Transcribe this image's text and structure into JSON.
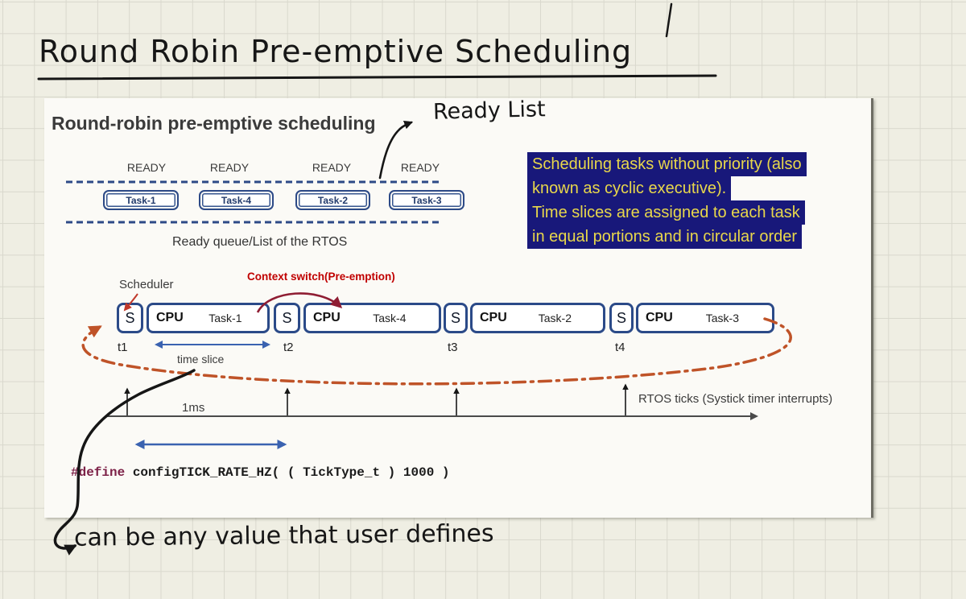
{
  "page": {
    "handwritten_title": "Round Robin Pre-emptive Scheduling",
    "ready_list_annotation": "Ready List",
    "bottom_annotation": "can be any value that user defines"
  },
  "slide": {
    "title": "Round-robin pre-emptive scheduling",
    "ready_labels": [
      "READY",
      "READY",
      "READY",
      "READY"
    ],
    "queue_tasks": [
      "Task-1",
      "Task-4",
      "Task-2",
      "Task-3"
    ],
    "queue_caption": "Ready queue/List of the RTOS",
    "note_lines": [
      "Scheduling tasks without priority (also",
      "known as cyclic executive).",
      "Time slices are assigned to each task",
      "in equal portions and in circular order"
    ],
    "scheduler_label": "Scheduler",
    "context_switch_label": "Context switch(Pre-emption)",
    "slots": [
      {
        "s": "S",
        "cpu": "CPU",
        "task": "Task-1"
      },
      {
        "s": "S",
        "cpu": "CPU",
        "task": "Task-4"
      },
      {
        "s": "S",
        "cpu": "CPU",
        "task": "Task-2"
      },
      {
        "s": "S",
        "cpu": "CPU",
        "task": "Task-3"
      }
    ],
    "t_labels": [
      "t1",
      "t2",
      "t3",
      "t4"
    ],
    "time_slice_label": "time slice",
    "ms_label": "1ms",
    "rtos_label": "RTOS ticks (Systick timer interrupts)",
    "code": {
      "directive": "#define",
      "body": "configTICK_RATE_HZ( ( TickType_t ) 1000 )"
    }
  },
  "colors": {
    "paper": "#efeee3",
    "grid_line": "#d9d8cd",
    "slide_bg": "#fbfaf6",
    "navy_border": "#2b4a88",
    "highlight_bg": "#18187a",
    "highlight_text": "#e8d74b",
    "red_label": "#c00000",
    "context_arrow": "#8f1d33",
    "loop_orange": "#bf5328",
    "arrow_blue": "#3a62b0",
    "code_directive": "#7d2248",
    "ink": "#161616"
  }
}
